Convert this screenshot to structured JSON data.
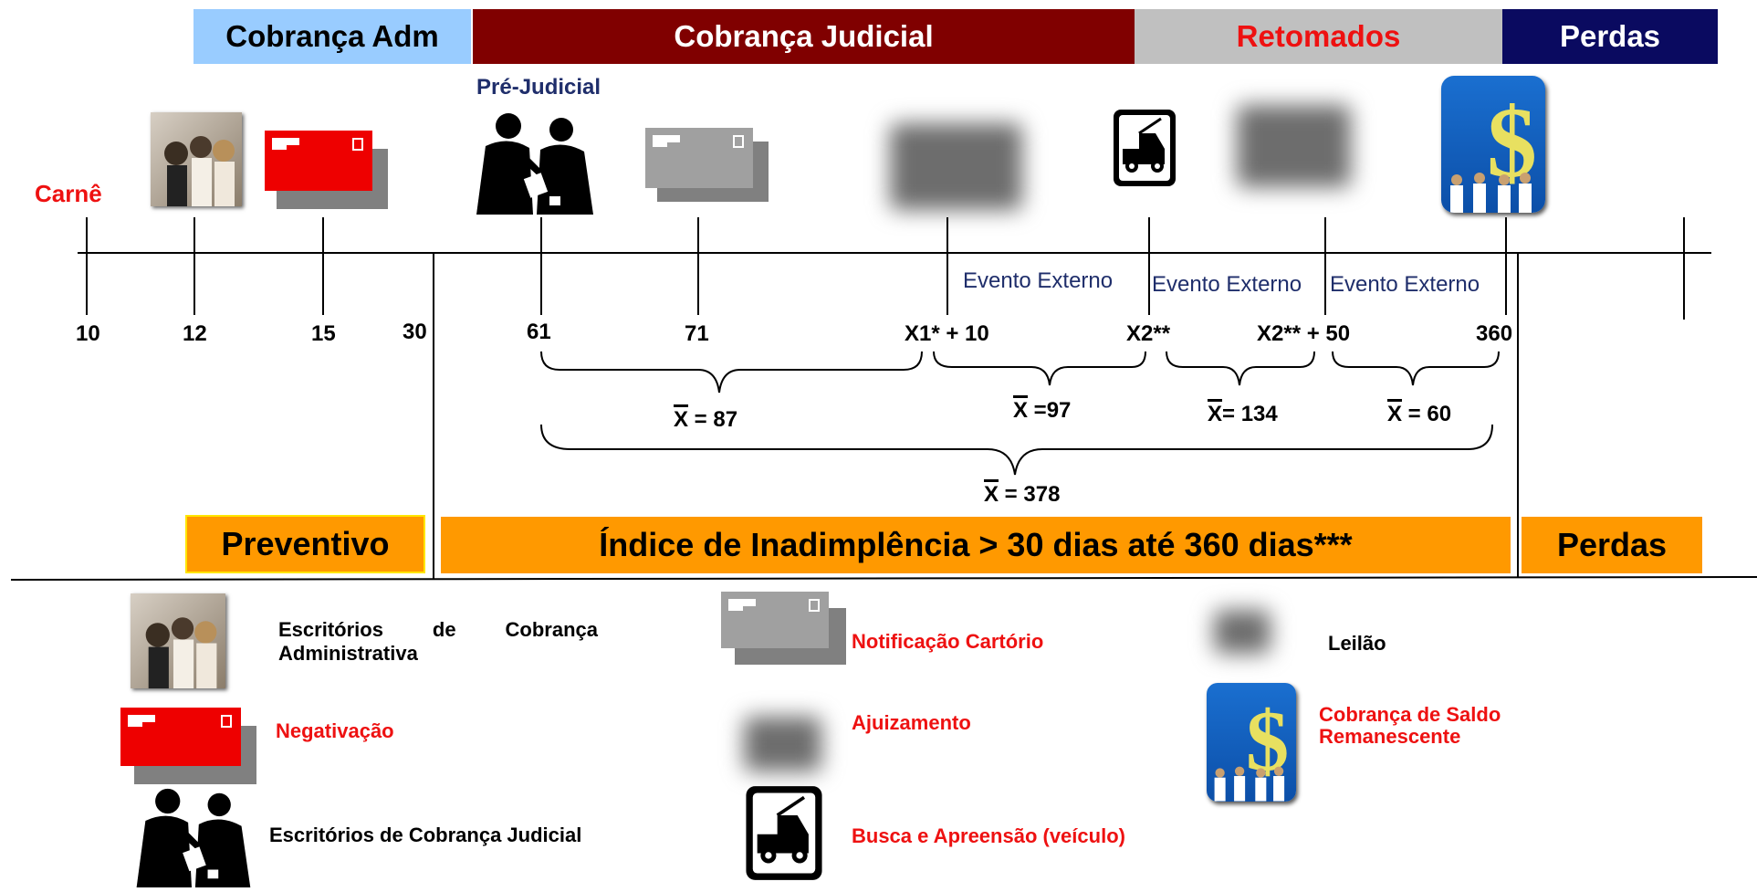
{
  "phases": {
    "adm": "Cobrança Adm",
    "judicial": "Cobrança Judicial",
    "retomados": "Retomados",
    "perdas": "Perdas"
  },
  "pre_judicial": "Pré-Judicial",
  "carne": "Carnê",
  "ticks": [
    "10",
    "12",
    "15",
    "30",
    "61",
    "71",
    "X1* + 10",
    "X2**",
    "X2** + 50",
    "360"
  ],
  "events": [
    "Evento Externo",
    "Evento Externo",
    "Evento Externo"
  ],
  "means": {
    "m1": "X",
    "v1": " = 87",
    "m2": "X",
    "v2": " =97",
    "m3": "X",
    "v3": "= 134",
    "m4": "X",
    "v4": " = 60",
    "m5": "X",
    "v5": " = 378"
  },
  "bands": {
    "preventivo": "Preventivo",
    "indice": "Índice de Inadimplência  > 30 dias até 360 dias***",
    "perdas": "Perdas"
  },
  "legend": {
    "adm_offices": "Escritórios  de  Cobrança Administrativa",
    "negativacao": "Negativação",
    "judicial_offices": "Escritórios de Cobrança Judicial",
    "notificacao": "Notificação Cartório",
    "ajuizamento": "Ajuizamento",
    "busca": "Busca e Apreensão (veículo)",
    "leilao": "Leilão",
    "saldo": "Cobrança de Saldo Remanescente"
  },
  "colors": {
    "adm": "#99ccff",
    "judicial": "#800000",
    "retomados": "#c0c0c0",
    "perdas": "#0a0a60",
    "band": "#ff9900",
    "red_text": "#ee1111",
    "navy_text": "#1f2e6b"
  },
  "icons": [
    "call-center-icon",
    "red-card-icon",
    "business-people-icon",
    "gray-card-icon",
    "tow-truck-icon",
    "dollar-people-icon",
    "blurred-icon"
  ]
}
